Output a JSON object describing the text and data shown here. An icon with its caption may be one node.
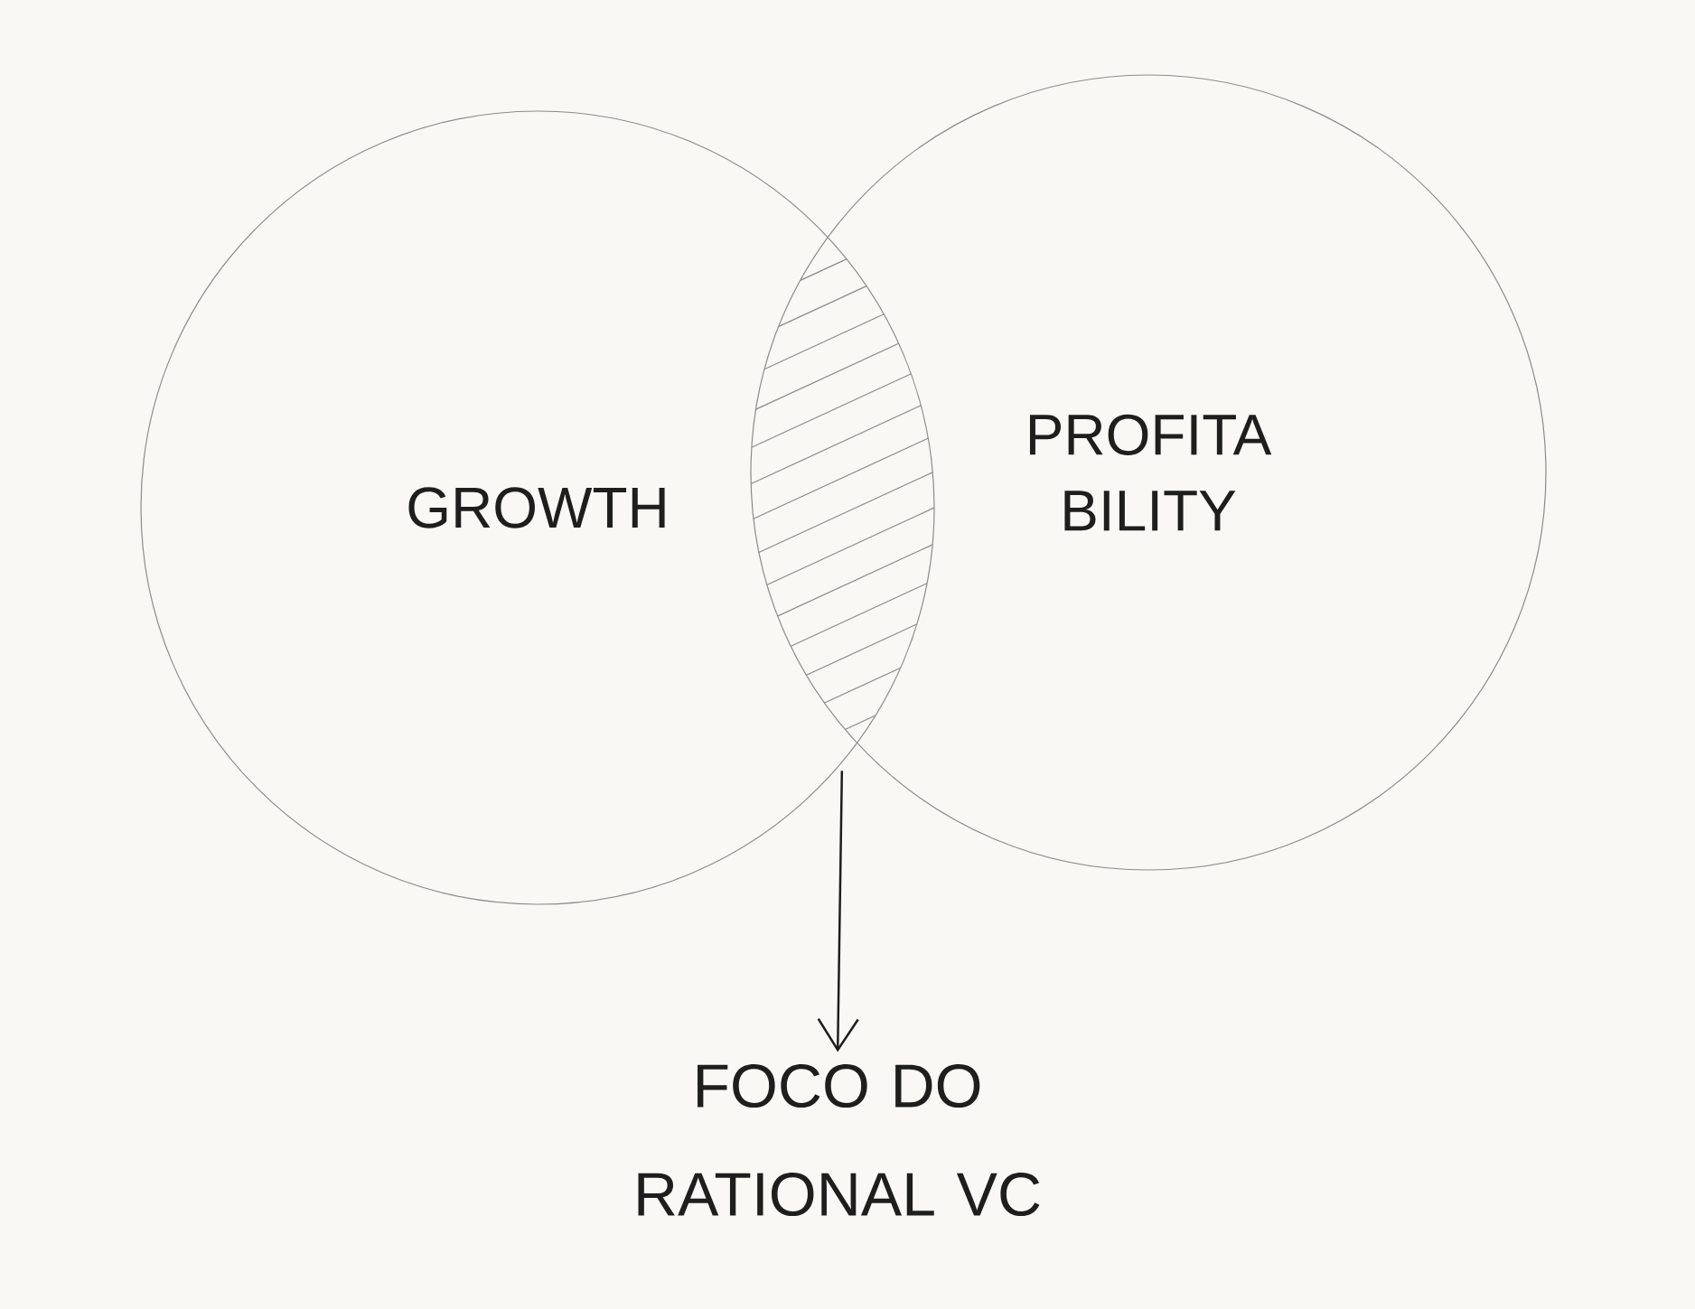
{
  "diagram": {
    "nodes": [
      {
        "text": [
          "GROWTH"
        ]
      },
      {
        "text": [
          "PROFITA BILITY"
        ]
      },
      {
        "text": [],
        "shape": "lens"
      },
      {
        "text": [
          "FOCO DO RATIONAL VC"
        ]
      }
    ],
    "edges": [
      {
        "from": 2,
        "to": 3,
        "arrow": "to"
      }
    ]
  }
}
